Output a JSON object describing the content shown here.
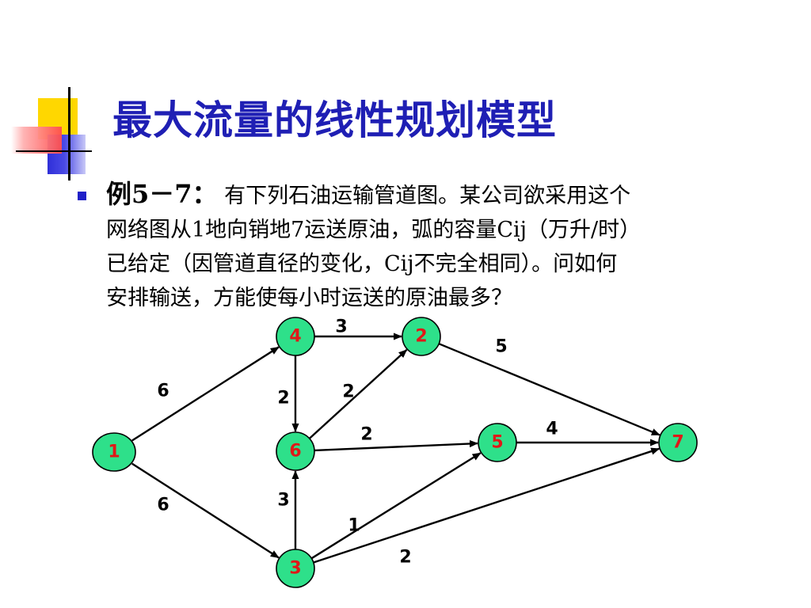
{
  "title": "最大流量的线性规划模型",
  "example": {
    "label": "例5－7：",
    "lines": [
      "有下列石油运输管道图。某公司欲采用这个",
      "网络图从1地向销地7运送原油，弧的容量Cij（万升/时）",
      "已给定（因管道直径的变化，Cij不完全相同）。问如何",
      "安排输送，方能使每小时运送的原油最多？"
    ]
  },
  "network": {
    "nodes": [
      {
        "id": "1",
        "label": "1"
      },
      {
        "id": "4",
        "label": "4"
      },
      {
        "id": "2",
        "label": "2"
      },
      {
        "id": "6",
        "label": "6"
      },
      {
        "id": "5",
        "label": "5"
      },
      {
        "id": "7",
        "label": "7"
      },
      {
        "id": "3",
        "label": "3"
      }
    ],
    "edges": [
      {
        "from": "1",
        "to": "4",
        "capacity": "6"
      },
      {
        "from": "1",
        "to": "3",
        "capacity": "6"
      },
      {
        "from": "4",
        "to": "2",
        "capacity": "3"
      },
      {
        "from": "4",
        "to": "6",
        "capacity": "2"
      },
      {
        "from": "6",
        "to": "2",
        "capacity": "2"
      },
      {
        "from": "2",
        "to": "7",
        "capacity": "5"
      },
      {
        "from": "6",
        "to": "5",
        "capacity": "2"
      },
      {
        "from": "5",
        "to": "7",
        "capacity": "4"
      },
      {
        "from": "3",
        "to": "6",
        "capacity": "3"
      },
      {
        "from": "3",
        "to": "5",
        "capacity": "1"
      },
      {
        "from": "3",
        "to": "7",
        "capacity": "2"
      }
    ]
  },
  "colors": {
    "title": "#1f1fb4",
    "node_fill": "#2ee08a",
    "node_label": "#e01818",
    "bullet": "#2020c8"
  }
}
